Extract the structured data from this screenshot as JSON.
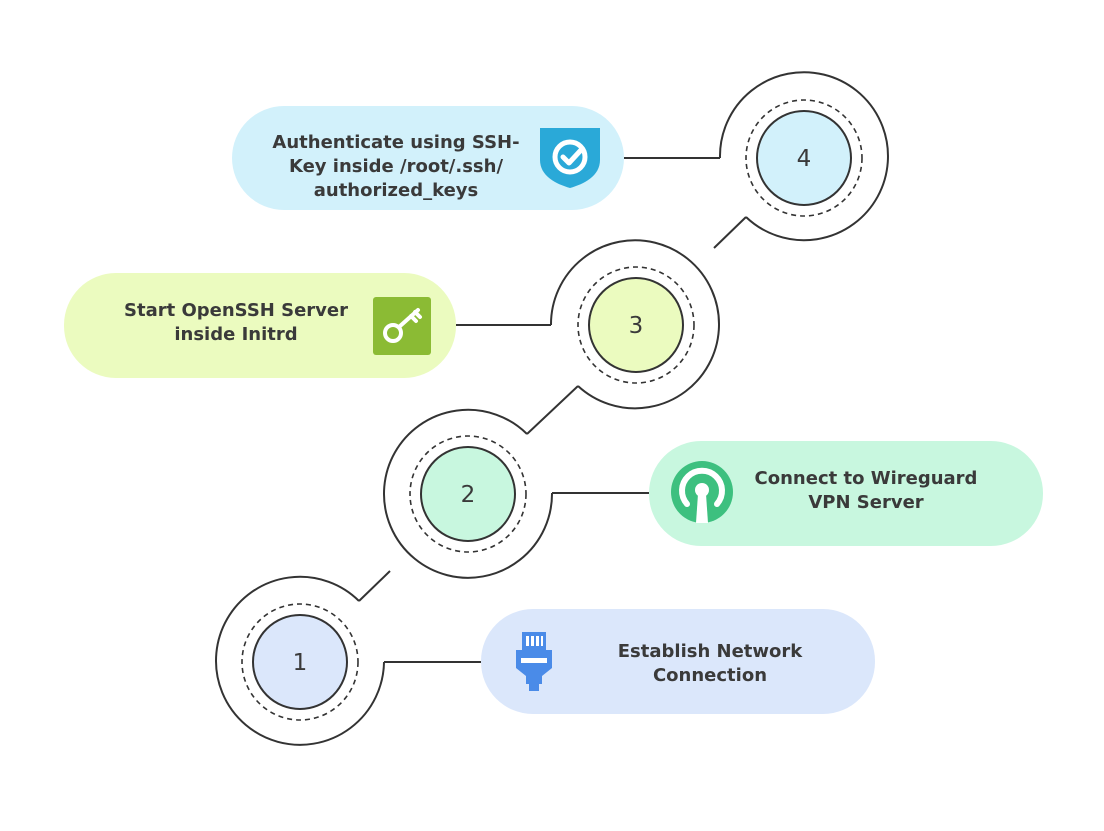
{
  "steps": [
    {
      "number": "1",
      "label_lines": [
        "Establish Network",
        "Connection"
      ],
      "icon": "ethernet-icon",
      "fill": "#dbe7fb",
      "icon_color": "#4a8be8"
    },
    {
      "number": "2",
      "label_lines": [
        "Connect to Wireguard",
        "VPN Server"
      ],
      "icon": "vpn-icon",
      "fill": "#c8f7df",
      "icon_color": "#3dc07f"
    },
    {
      "number": "3",
      "label_lines": [
        "Start OpenSSH Server",
        "inside Initrd"
      ],
      "icon": "key-icon",
      "fill": "#ebfbbf",
      "icon_color": "#8bbb34"
    },
    {
      "number": "4",
      "label_lines": [
        "Authenticate using SSH-",
        "Key inside /root/.ssh/",
        "authorized_keys"
      ],
      "icon": "shield-check-icon",
      "fill": "#d2f1fb",
      "icon_color": "#2aa9d8"
    }
  ]
}
